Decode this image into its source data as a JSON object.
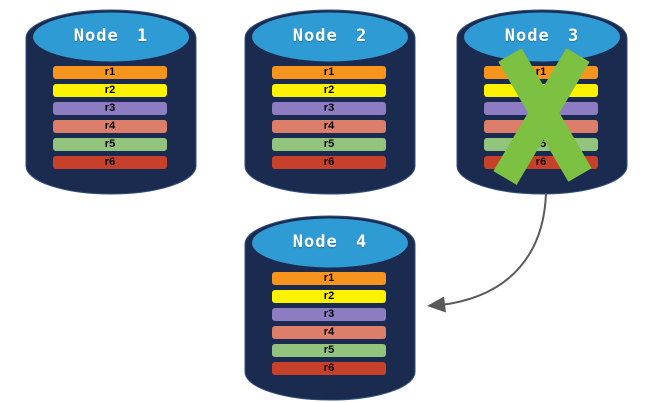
{
  "colors": {
    "cylinder_body": "#1b2b4f",
    "cylinder_top": "#2f9bd4",
    "title_text": "#ffffff",
    "bar_text": "#000000",
    "failure_x": "#7cc142",
    "arrow": "#595959",
    "replica_colors": [
      "#f7941d",
      "#fdf200",
      "#8e7cc3",
      "#dd7e6b",
      "#93c47d",
      "#c7402a"
    ]
  },
  "nodes": [
    {
      "title": "Node 1",
      "failed": false,
      "replicas": [
        "r1",
        "r2",
        "r3",
        "r4",
        "r5",
        "r6"
      ]
    },
    {
      "title": "Node 2",
      "failed": false,
      "replicas": [
        "r1",
        "r2",
        "r3",
        "r4",
        "r5",
        "r6"
      ]
    },
    {
      "title": "Node 3",
      "failed": true,
      "replicas": [
        "r1",
        "r2",
        "r3",
        "r4",
        "r5",
        "r6"
      ]
    },
    {
      "title": "Node 4",
      "failed": false,
      "replicas": [
        "r1",
        "r2",
        "r3",
        "r4",
        "r5",
        "r6"
      ]
    }
  ]
}
